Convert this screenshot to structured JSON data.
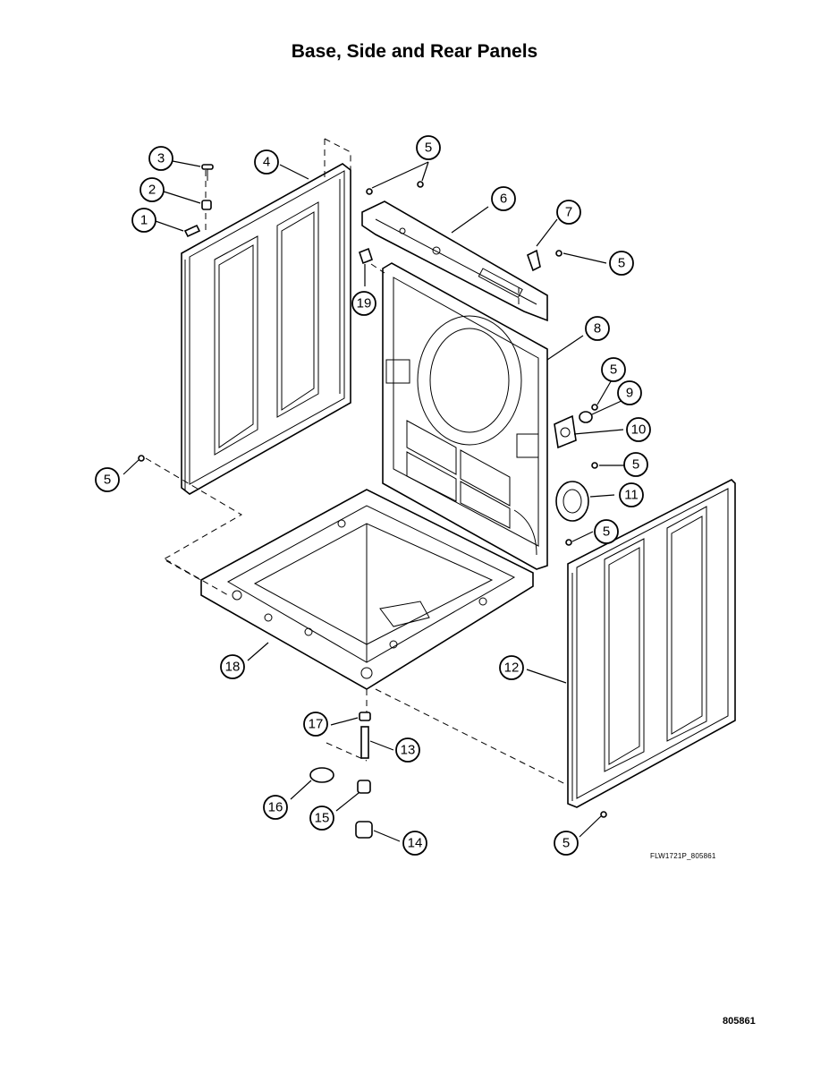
{
  "title": "Base, Side and Rear Panels",
  "drawing_id": "FLW1721P_805861",
  "page_number": "805861",
  "callouts": [
    {
      "label": "1"
    },
    {
      "label": "2"
    },
    {
      "label": "3"
    },
    {
      "label": "4"
    },
    {
      "label": "5"
    },
    {
      "label": "6"
    },
    {
      "label": "7"
    },
    {
      "label": "5"
    },
    {
      "label": "19"
    },
    {
      "label": "8"
    },
    {
      "label": "5"
    },
    {
      "label": "9"
    },
    {
      "label": "10"
    },
    {
      "label": "5"
    },
    {
      "label": "11"
    },
    {
      "label": "5"
    },
    {
      "label": "5"
    },
    {
      "label": "18"
    },
    {
      "label": "12"
    },
    {
      "label": "17"
    },
    {
      "label": "13"
    },
    {
      "label": "16"
    },
    {
      "label": "15"
    },
    {
      "label": "14"
    },
    {
      "label": "5"
    }
  ]
}
